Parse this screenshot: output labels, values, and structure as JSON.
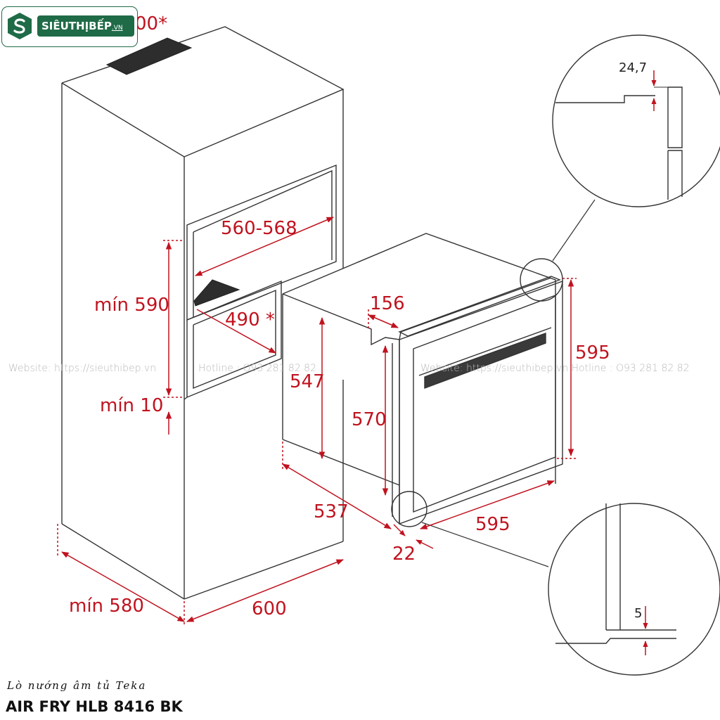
{
  "dimensions": {
    "top_cutout": "00*",
    "niche_width": "560-568",
    "niche_height": "mín 590",
    "niche_depth": "490 *",
    "gap_bottom": "mín 10",
    "cabinet_depth": "mín 580",
    "cabinet_width": "600",
    "oven_top_depth": "156",
    "oven_body_height": "547",
    "oven_inner_height": "570",
    "oven_front_height": "595",
    "oven_body_depth": "537",
    "oven_front_width": "595",
    "front_thickness": "22",
    "detail_top": "24,7",
    "detail_bottom": "5"
  },
  "watermarks": [
    "Website: https://sieuthibep.vn",
    "Hotline : O93 281 82 82",
    "Website: https://sieuthibep.vn Hotline : O93 281 82 82"
  ],
  "logo": {
    "text": "SIÊUTHỊBẾP",
    "suffix": ".VN"
  },
  "caption": {
    "subtitle": "Lò nướng âm tủ Teka",
    "title": "AIR FRY HLB 8416 BK"
  },
  "colors": {
    "dimension": "#c0131f",
    "line": "#333333",
    "brand": "#1f6b47"
  }
}
